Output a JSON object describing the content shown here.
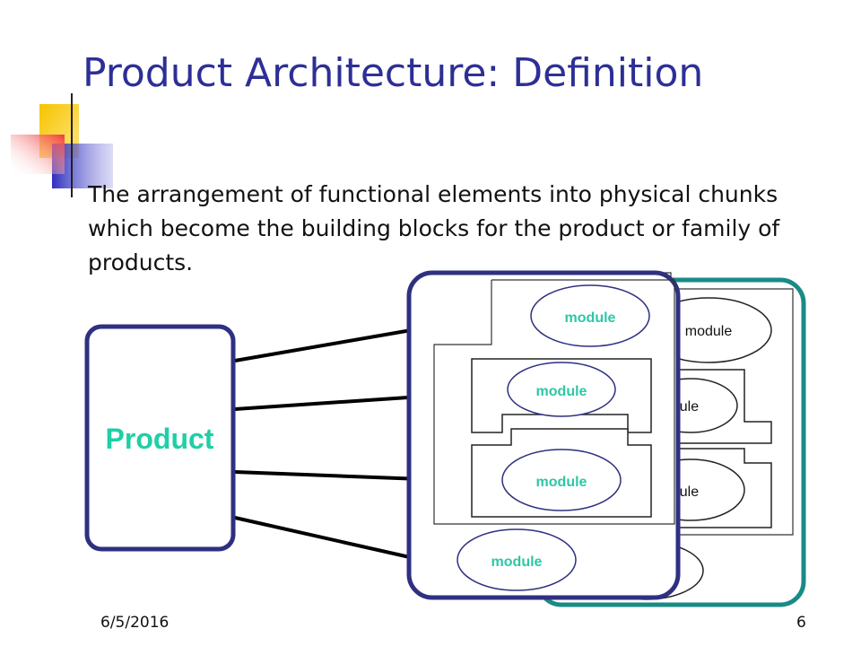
{
  "slide": {
    "title": "Product Architecture: Definition",
    "body": "The arrangement of functional elements into physical chunks which become the building blocks for the product or family of products.",
    "footer_date": "6/5/2016",
    "page_number": "6"
  },
  "diagram": {
    "product_label": "Product",
    "module_label": "module",
    "back_module_labels": [
      "module",
      "dule",
      "dule"
    ]
  },
  "colors": {
    "title": "#2d2f96",
    "frame_navy": "#2f3080",
    "frame_teal": "#1a8a86",
    "accent_teal": "#1fcfa6",
    "module_text": "#2ec7a5",
    "deco_yellow": "#f5c400",
    "deco_blue": "#2f2fc0",
    "deco_red": "#f04a4a"
  }
}
